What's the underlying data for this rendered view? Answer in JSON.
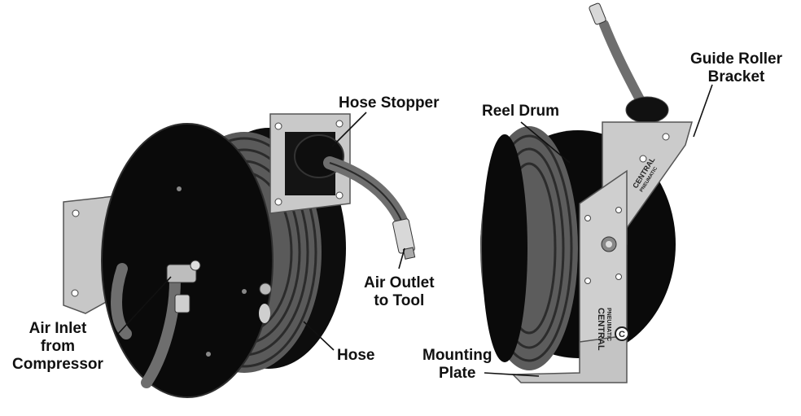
{
  "labels": {
    "hose_stopper": "Hose Stopper",
    "reel_drum": "Reel Drum",
    "guide_roller_line1": "Guide Roller",
    "guide_roller_line2": "Bracket",
    "air_outlet_line1": "Air Outlet",
    "air_outlet_line2": "to Tool",
    "air_inlet_line1": "Air Inlet",
    "air_inlet_line2": "from",
    "air_inlet_line3": "Compressor",
    "hose": "Hose",
    "mounting_plate_line1": "Mounting",
    "mounting_plate_line2": "Plate"
  },
  "brand": {
    "name_line1": "CENTRAL",
    "name_line2": "PNEUMATIC",
    "logo_letter": "C"
  },
  "colors": {
    "reel_black": "#0d0d0d",
    "bracket_gray": "#c9c9c9",
    "hose_gray": "#6e6e6e",
    "label_text": "#111111"
  }
}
